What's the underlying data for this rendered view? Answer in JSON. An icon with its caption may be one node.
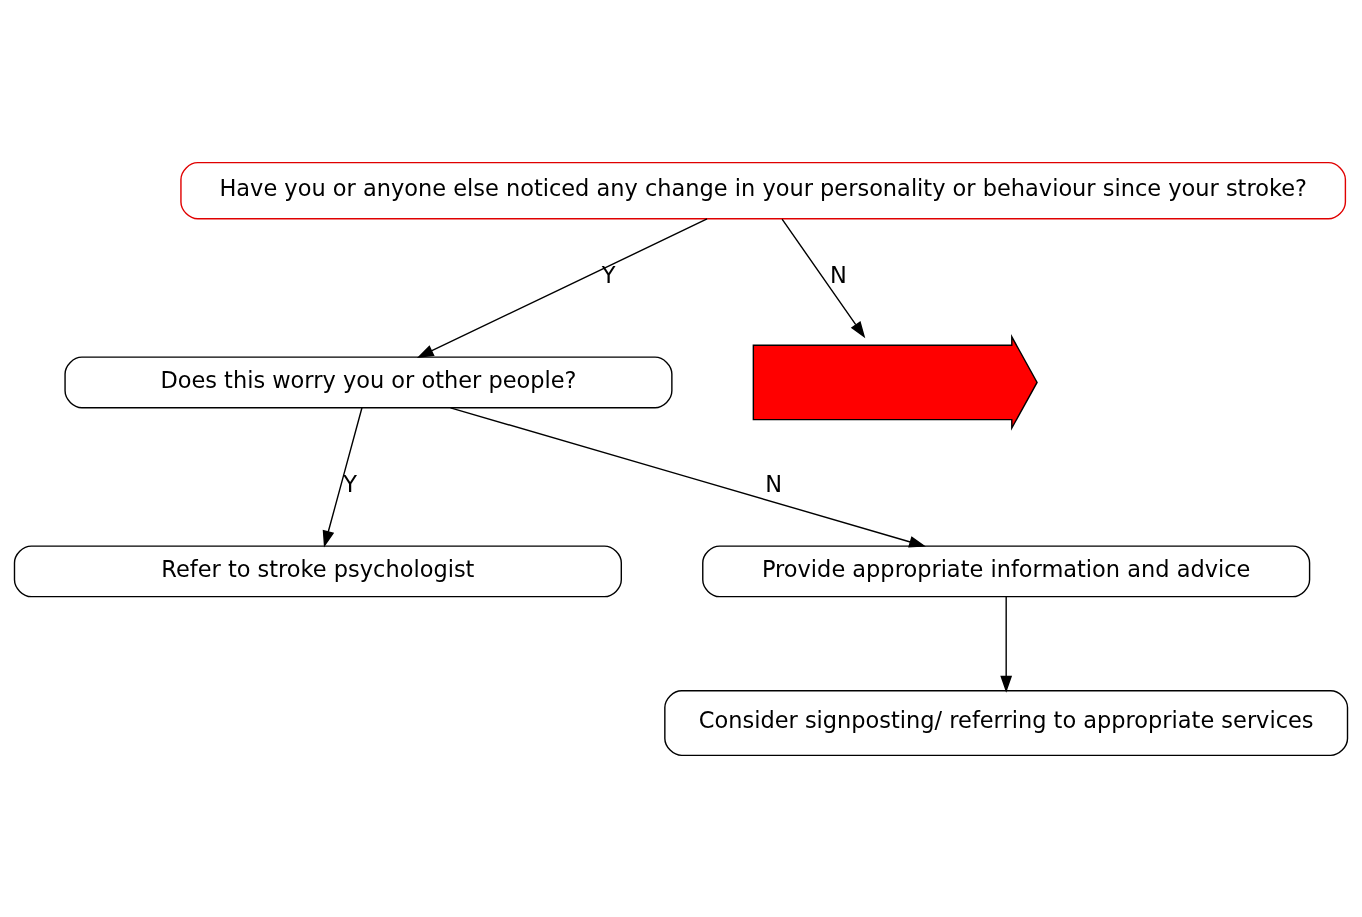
{
  "diagram": {
    "nodes": [
      {
        "text": [
          "Have you or anyone else noticed any change in your personality or behaviour since your stroke?"
        ]
      },
      {
        "text": [
          "Does this worry you or other people?"
        ]
      },
      {
        "text": [],
        "shape": "arrow"
      },
      {
        "text": [
          "Refer to stroke psychologist"
        ]
      },
      {
        "text": [
          "Provide appropriate information and advice"
        ]
      },
      {
        "text": [
          "Consider signposting/ referring to appropriate services"
        ]
      }
    ],
    "edges": [
      {
        "from": 0,
        "to": 1,
        "arrow": "to",
        "label": "Y"
      },
      {
        "from": 0,
        "to": 2,
        "arrow": "to",
        "label": "N"
      },
      {
        "from": 1,
        "to": 3,
        "arrow": "to",
        "label": "Y"
      },
      {
        "from": 1,
        "to": 4,
        "arrow": "to",
        "label": "N"
      },
      {
        "from": 4,
        "to": 5,
        "arrow": "to"
      }
    ]
  }
}
